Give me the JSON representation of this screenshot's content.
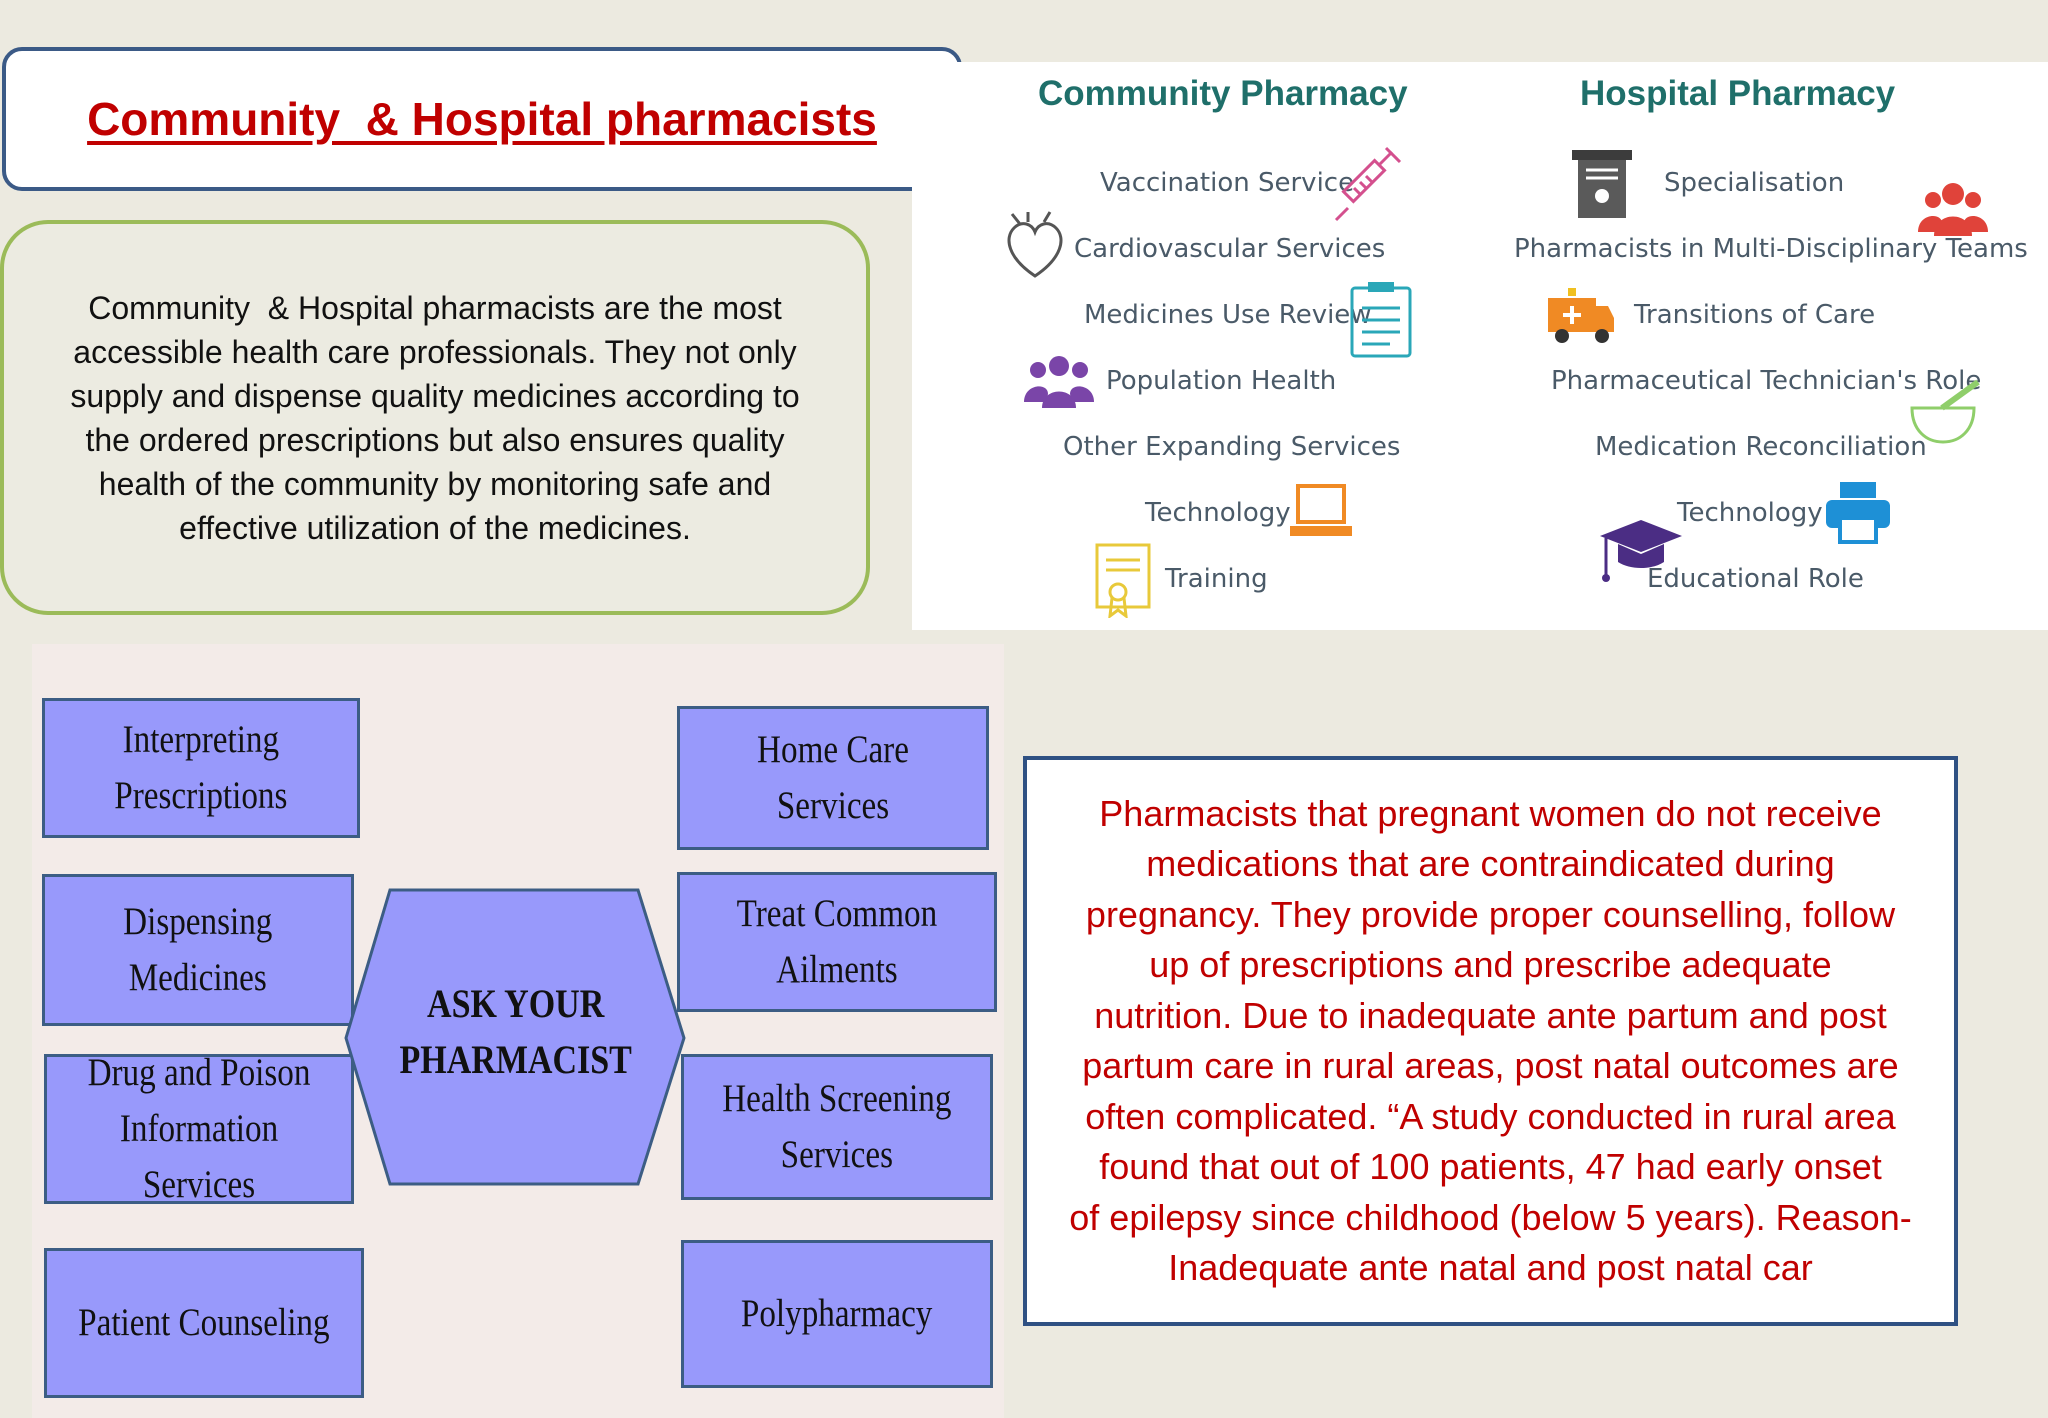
{
  "title": "Community  & Hospital pharmacists",
  "intro": "Community  & Hospital pharmacists are the most\naccessible health care professionals. They not only\nsupply and dispense quality medicines according to\nthe ordered prescriptions but also ensures quality\nhealth of the community by monitoring safe and\neffective utilization of the medicines.",
  "community": {
    "title": "Community Pharmacy",
    "items": [
      {
        "label": "Vaccination Service",
        "icon": "syringe-icon"
      },
      {
        "label": "Cardiovascular Services",
        "icon": "heart-icon"
      },
      {
        "label": "Medicines Use Review",
        "icon": "clipboard-icon"
      },
      {
        "label": "Population Health",
        "icon": "people-icon"
      },
      {
        "label": "Other Expanding Services",
        "icon": ""
      },
      {
        "label": "Technology",
        "icon": "laptop-icon"
      },
      {
        "label": "Training",
        "icon": "certificate-icon"
      }
    ]
  },
  "hospital": {
    "title": "Hospital Pharmacy",
    "items": [
      {
        "label": "Specialisation",
        "icon": "document-icon"
      },
      {
        "label": "Pharmacists in Multi-Disciplinary Teams",
        "icon": "team-icon"
      },
      {
        "label": "Transitions of Care",
        "icon": "ambulance-icon"
      },
      {
        "label": "Pharmaceutical Technician's Role",
        "icon": ""
      },
      {
        "label": "Medication Reconciliation",
        "icon": "mortar-pestle-icon"
      },
      {
        "label": "Technology",
        "icon": "printer-icon"
      },
      {
        "label": "Educational Role",
        "icon": "graduation-cap-icon"
      }
    ]
  },
  "ask": {
    "center": "ASK YOUR\nPHARMACIST",
    "left": [
      "Interpreting\nPrescriptions",
      "Dispensing\nMedicines",
      "Drug and Poison\nInformation Services",
      "Patient Counseling"
    ],
    "right": [
      "Home Care Services",
      "Treat Common\nAilments",
      "Health Screening\nServices",
      "Polypharmacy"
    ]
  },
  "note": "Pharmacists that pregnant women do not receive\nmedications that are contraindicated during\npregnancy. They provide proper counselling, follow\nup of prescriptions and prescribe adequate\nnutrition. Due to inadequate ante partum and post\npartum care in rural areas, post natal outcomes are\noften complicated. “A study conducted in rural area\nfound that out of 100 patients, 47 had early onset\nof epilepsy since childhood (below 5 years). Reason-\nInadequate ante natal and post natal car",
  "colors": {
    "title_red": "#c00000",
    "teal": "#1f6f6a",
    "box_purple": "#9899fb",
    "box_border": "#3c5d84",
    "green_border": "#9bbb59"
  }
}
